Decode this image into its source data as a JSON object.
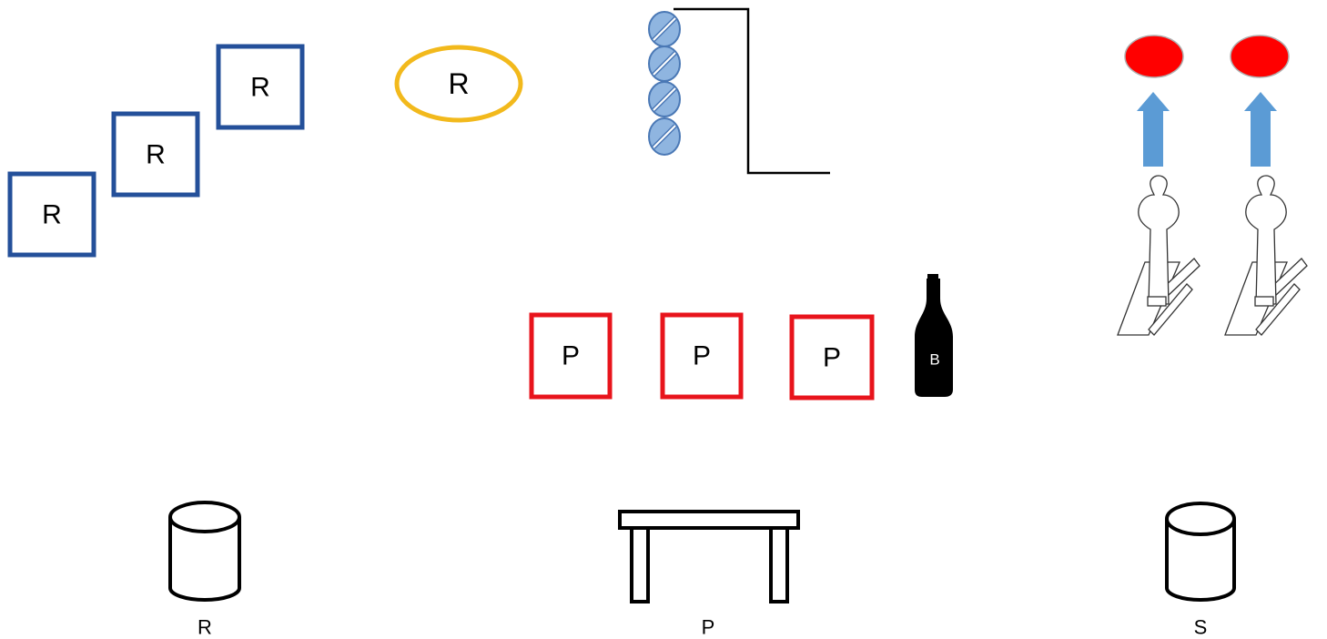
{
  "rifle_targets": {
    "boxes": [
      {
        "label": "R"
      },
      {
        "label": "R"
      },
      {
        "label": "R"
      }
    ],
    "oval": {
      "label": "R"
    },
    "box_color": "#24509a",
    "oval_color": "#f2b91c"
  },
  "pistol_targets": {
    "boxes": [
      {
        "label": "P"
      },
      {
        "label": "P"
      },
      {
        "label": "P"
      }
    ],
    "box_color": "#e8141c"
  },
  "bottle": {
    "label": "B",
    "icon": "bottle-icon",
    "color": "#000000"
  },
  "hanging_targets": {
    "icon": "swinging-plate-rack-icon",
    "count": 4,
    "fill": "#8fb5e0",
    "stroke": "#4a78b5"
  },
  "steel_stands": {
    "count": 2,
    "plate_color": "#ff0000",
    "arrow_color": "#5b9bd5",
    "icons": [
      "popper-target-icon",
      "up-arrow-icon",
      "red-plate-icon"
    ]
  },
  "positions": [
    {
      "label": "R",
      "icon": "barrel-icon"
    },
    {
      "label": "P",
      "icon": "table-icon"
    },
    {
      "label": "S",
      "icon": "barrel-icon"
    }
  ]
}
